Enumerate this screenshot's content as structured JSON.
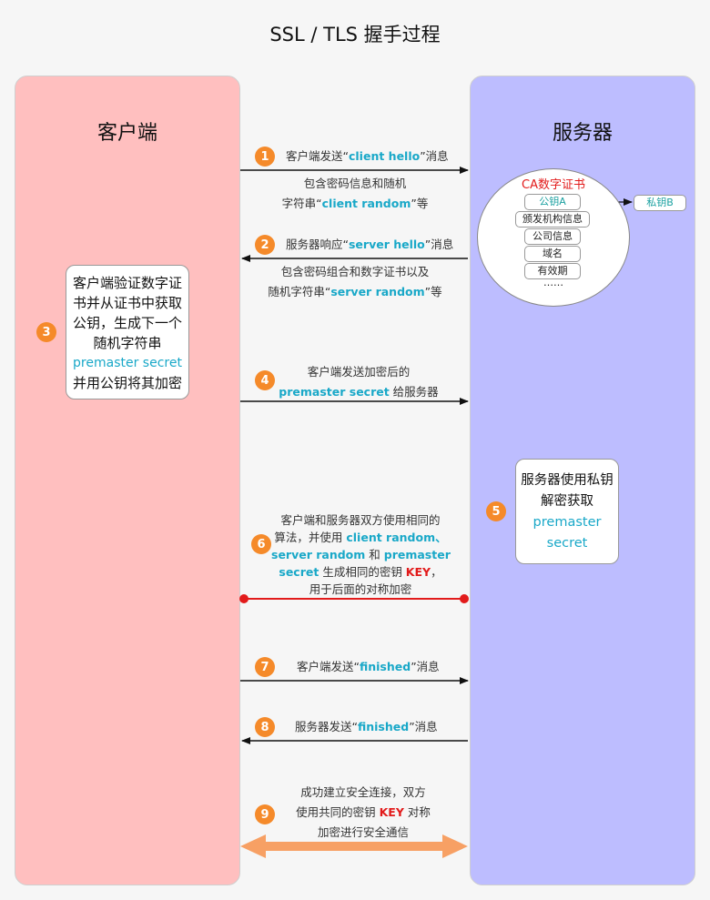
{
  "title": "SSL / TLS 握手过程",
  "lanes": {
    "client": "客户端",
    "server": "服务器"
  },
  "steps": {
    "s1": {
      "num": "1",
      "line1_a": "客户端发送“",
      "line1_hl": "client hello",
      "line1_b": "”消息",
      "line2": "包含密码信息和随机",
      "line3_a": "字符串“",
      "line3_hl": "client random",
      "line3_b": "”等"
    },
    "s2": {
      "num": "2",
      "line1_a": "服务器响应“",
      "line1_hl": "server hello",
      "line1_b": "”消息",
      "line2": "包含密码组合和数字证书以及",
      "line3_a": "随机字符串“",
      "line3_hl": "server random",
      "line3_b": "”等"
    },
    "s3": {
      "num": "3",
      "line1": "客户端验证数字证",
      "line2": "书并从证书中获取",
      "line3": "公钥，生成下一个",
      "line4": "随机字符串",
      "line5": "premaster secret",
      "line6": "并用公钥将其加密"
    },
    "s4": {
      "num": "4",
      "line1": "客户端发送加密后的",
      "line2_hl": "premaster secret",
      "line2_b": " 给服务器"
    },
    "s5": {
      "num": "5",
      "line1": "服务器使用私钥",
      "line2": "解密获取",
      "line3": "premaster",
      "line4": "secret"
    },
    "s6": {
      "num": "6",
      "line1": "客户端和服务器双方使用相同的",
      "line2_a": "算法，并使用 ",
      "line2_hl": "client random、",
      "line3_hl1": "server random",
      "line3_b": " 和 ",
      "line3_hl2": "premaster",
      "line4_hl": "secret",
      "line4_b": " 生成相同的密钥 ",
      "line4_red": "KEY",
      "line4_c": "，",
      "line5": "用于后面的对称加密"
    },
    "s7": {
      "num": "7",
      "text_a": "客户端发送“",
      "text_hl": "finished",
      "text_b": "”消息"
    },
    "s8": {
      "num": "8",
      "text_a": "服务器发送“",
      "text_hl": "finished",
      "text_b": "”消息"
    },
    "s9": {
      "num": "9",
      "line1": "成功建立安全连接，双方",
      "line2_a": "使用共同的密钥 ",
      "line2_red": "KEY",
      "line2_b": " 对称",
      "line3": "加密进行安全通信"
    }
  },
  "certificate": {
    "title": "CA数字证书",
    "items": [
      "公钥A",
      "颁发机构信息",
      "公司信息",
      "域名",
      "有效期"
    ],
    "ellipsis": "……",
    "private_key": "私钥B"
  },
  "colors": {
    "client_lane": "#ffbfbf",
    "server_lane": "#bdbdff",
    "badge": "#f58a2a",
    "highlight": "#19a8c8",
    "key_red": "#e21b1b",
    "bidirectional_arrow": "#f7a064"
  }
}
